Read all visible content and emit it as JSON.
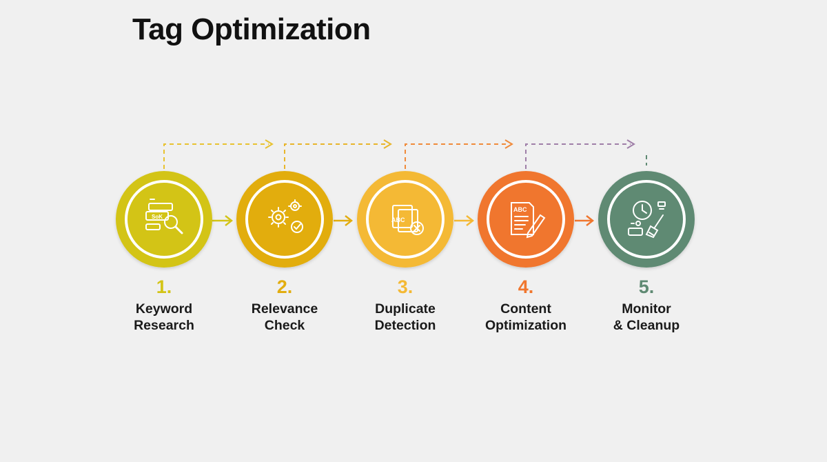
{
  "title": "Tag Optimization",
  "steps": [
    {
      "number": "1.",
      "label_line1": "Keyword",
      "label_line2": "Research",
      "color": "#d3c417",
      "icon": "keyword-search-icon",
      "icon_text": "SoK"
    },
    {
      "number": "2.",
      "label_line1": "Relevance",
      "label_line2": "Check",
      "color": "#e2ad10",
      "icon": "gears-check-icon"
    },
    {
      "number": "3.",
      "label_line1": "Duplicate",
      "label_line2": "Detection",
      "color": "#f4b935",
      "icon": "duplicate-documents-icon",
      "icon_text": "ABC"
    },
    {
      "number": "4.",
      "label_line1": "Content",
      "label_line2": "Optimization",
      "color": "#f0762e",
      "icon": "document-edit-icon",
      "icon_text": "ABC"
    },
    {
      "number": "5.",
      "label_line1": "Monitor",
      "label_line2": "& Cleanup",
      "color": "#5f8a73",
      "icon": "clock-broom-icon"
    }
  ],
  "arrows": {
    "forward_colors": [
      "#d3c417",
      "#e2ad10",
      "#f4b935",
      "#f0762e"
    ],
    "dashed_colors": [
      "#e8c22f",
      "#e8b52a",
      "#f08a3a",
      "#9f7fa8"
    ]
  }
}
